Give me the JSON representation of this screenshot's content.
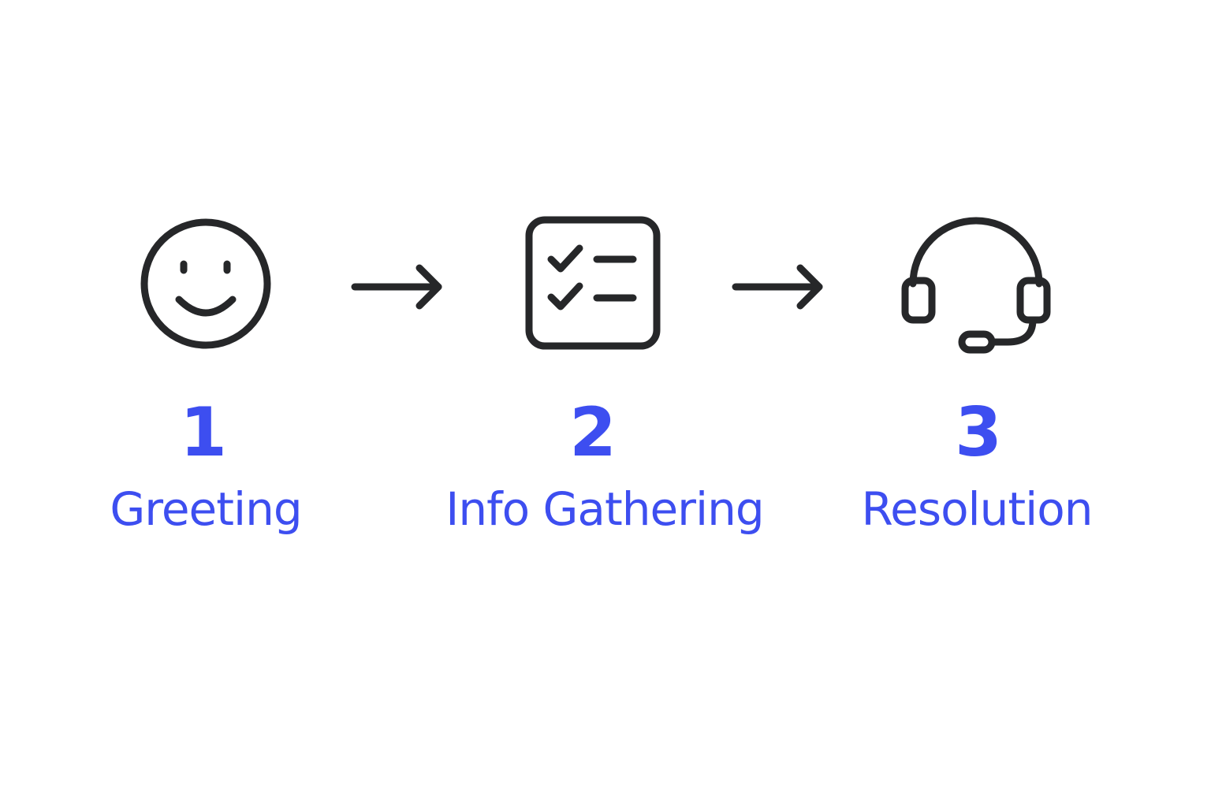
{
  "colors": {
    "icon_stroke": "#262729",
    "accent": "#3d4ef0",
    "background": "#ffffff"
  },
  "steps": [
    {
      "number": "1",
      "label": "Greeting",
      "icon": "smiley-face-icon"
    },
    {
      "number": "2",
      "label": "Info Gathering",
      "icon": "checklist-icon"
    },
    {
      "number": "3",
      "label": "Resolution",
      "icon": "headset-icon"
    }
  ],
  "connectors": [
    {
      "icon": "arrow-right-icon"
    },
    {
      "icon": "arrow-right-icon"
    }
  ]
}
